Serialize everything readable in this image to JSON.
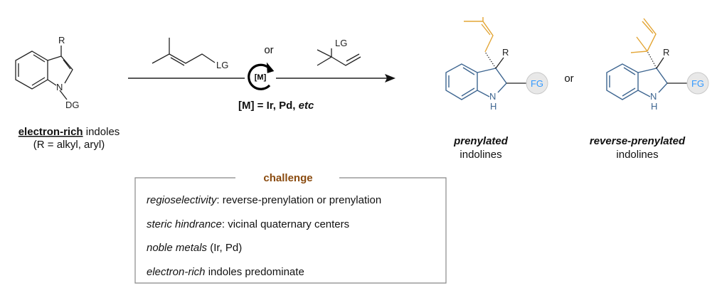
{
  "colors": {
    "product_core": "#3d6590",
    "prenyl": "#e3a535",
    "fg_text": "#3399ff",
    "challenge_title": "#8a4b0f"
  },
  "substrate": {
    "r_label": "R",
    "n_label": "N",
    "dg_label": "DG",
    "caption_bold": "electron-rich",
    "caption_rest": " indoles",
    "caption_line2": "(R = alkyl, aryl)"
  },
  "reagents": {
    "prenyl_lg": "LG",
    "reverse_lg": "LG",
    "or": "or",
    "catalyst": "[M]",
    "metal_bold": "[M] =  Ir, Pd, ",
    "metal_italic": "etc"
  },
  "products": {
    "prenylated": {
      "r_label": "R",
      "fg": "FG",
      "n": "N",
      "h": "H",
      "title": "prenylated",
      "subtitle": "indolines"
    },
    "or": "or",
    "reverse": {
      "r_label": "R",
      "fg": "FG",
      "n": "N",
      "h": "H",
      "title": "reverse-prenylated",
      "subtitle": "indolines"
    }
  },
  "challenge": {
    "title": "challenge",
    "items": [
      {
        "italic": "regioselectivity",
        "rest": ": reverse-prenylation or prenylation"
      },
      {
        "italic": "steric hindrance",
        "rest": ": vicinal quaternary centers"
      },
      {
        "italic": "noble metals",
        "rest": " (Ir, Pd)"
      },
      {
        "italic": "electron-rich",
        "rest": " indoles predominate"
      }
    ]
  }
}
